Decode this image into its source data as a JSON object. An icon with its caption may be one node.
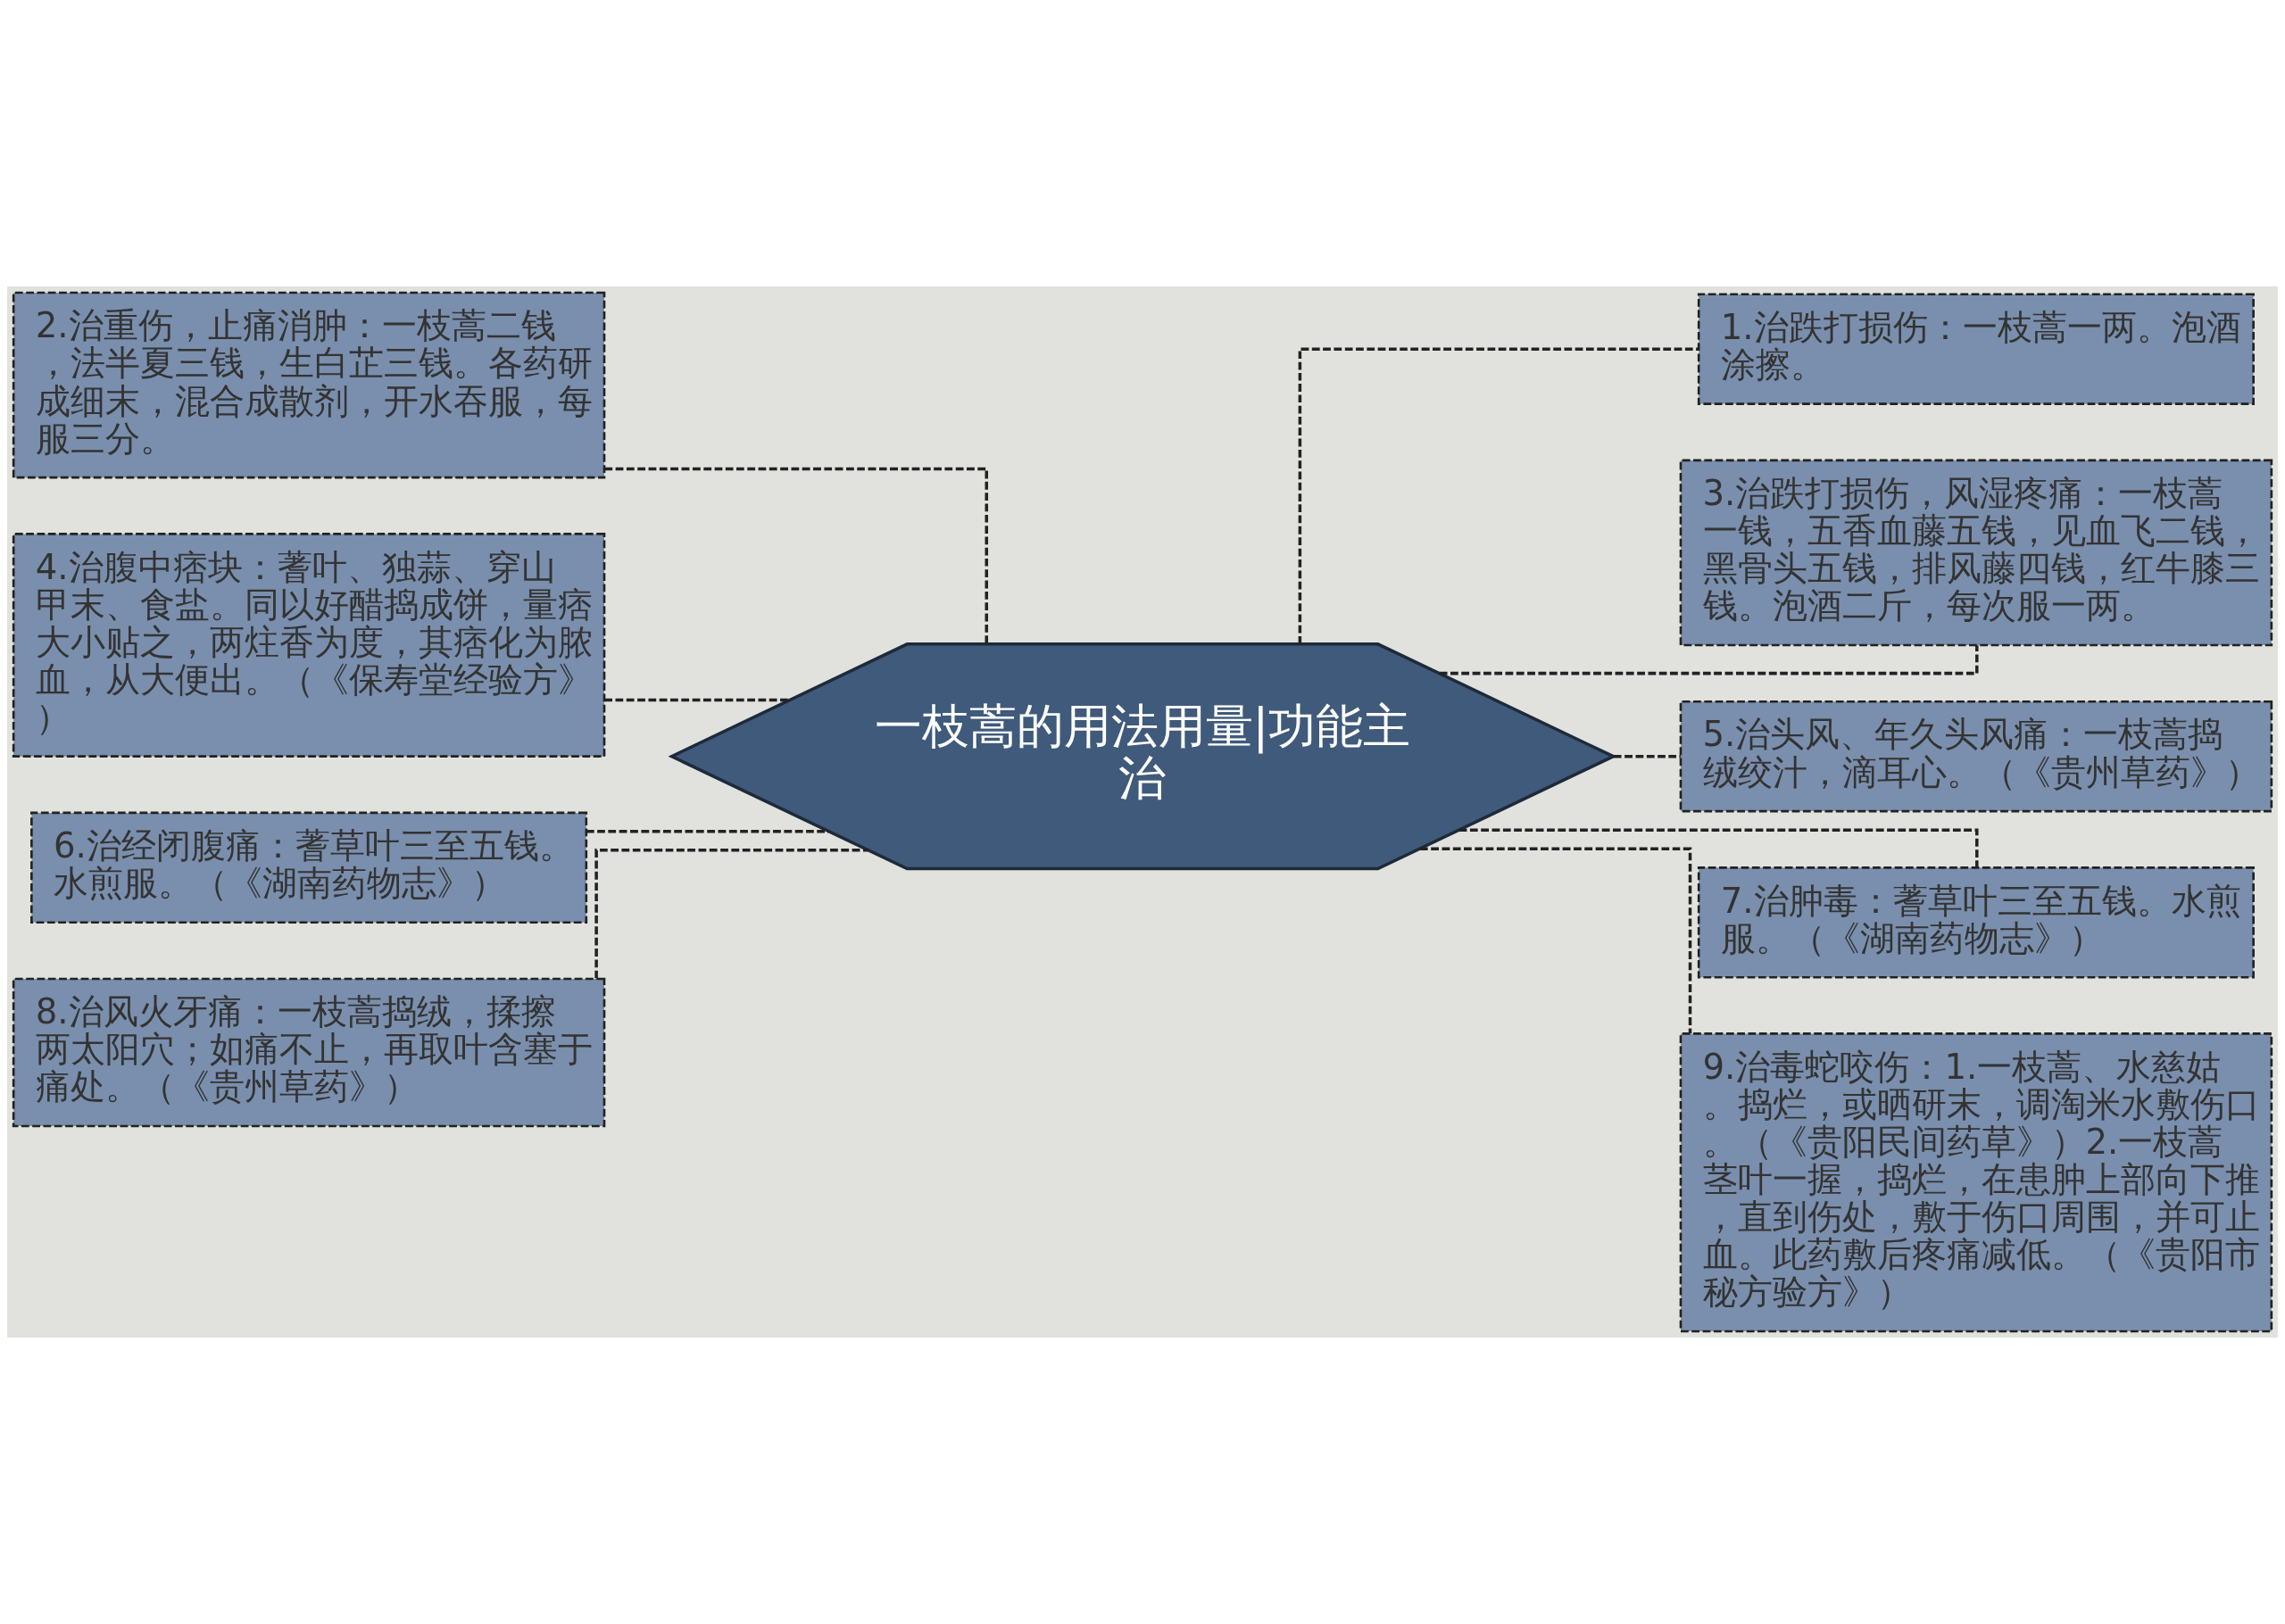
{
  "diagram": {
    "nodes": [
      {
        "text": [
          "一枝蒿的用法用量|功能主治"
        ]
      },
      {
        "text": [
          "1.治跌打损伤：一枝蒿一两。泡酒涂擦。"
        ]
      },
      {
        "text": [
          "2.治重伤，止痛消肿：一枝蒿二钱，法半夏三钱，生白芷三钱。各药研成细末，混合成散剂，开水吞服，每服三分。"
        ]
      },
      {
        "text": [
          "3.治跌打损伤，风湿疼痛：一枝蒿一钱，五香血藤五钱，见血飞二钱，黑骨头五钱，排风藤四钱，红牛膝三钱。泡酒二斤，每次服一两。"
        ]
      },
      {
        "text": [
          "4.治腹中痞块：蓍叶、独蒜、穿山甲末、食盐。同以好醋捣成饼，量痞大小贴之，两炷香为度，其痞化为脓血，从大便出。（《保寿堂经验方》）"
        ]
      },
      {
        "text": [
          "5.治头风、年久头风痛：一枝蒿捣绒绞汁，滴耳心。（《贵州草药》）"
        ]
      },
      {
        "text": [
          "6.治经闭腹痛：蓍草叶三至五钱。水煎服。（《湖南药物志》）"
        ]
      },
      {
        "text": [
          "7.治肿毒：蓍草叶三至五钱。水煎服。（《湖南药物志》）"
        ]
      },
      {
        "text": [
          "8.治风火牙痛：一枝蒿捣绒，揉擦两太阳穴；如痛不止，再取叶含塞于痛处。（《贵州草药》）"
        ]
      },
      {
        "text": [
          "9.治毒蛇咬伤：1.一枝蒿、水慈姑。捣烂，或晒研末，调淘米水敷伤口。（《贵阳民间药草》）2.一枝蒿茎叶一握，捣烂，在患肿上部向下推，直到伤处，敷于伤口周围，并可止血。此药敷后疼痛减低。（《贵阳市秘方验方》）"
        ]
      }
    ],
    "edges": [
      {
        "from": 0,
        "to": 1,
        "arrow": "none",
        "style": "dashed"
      },
      {
        "from": 2,
        "to": 0,
        "arrow": "none",
        "style": "dashed"
      },
      {
        "from": 0,
        "to": 3,
        "arrow": "none",
        "style": "dashed"
      },
      {
        "from": 4,
        "to": 0,
        "arrow": "none",
        "style": "dashed"
      },
      {
        "from": 0,
        "to": 5,
        "arrow": "none",
        "style": "dashed"
      },
      {
        "from": 6,
        "to": 0,
        "arrow": "none",
        "style": "dashed"
      },
      {
        "from": 0,
        "to": 7,
        "arrow": "none",
        "style": "dashed"
      },
      {
        "from": 8,
        "to": 0,
        "arrow": "none",
        "style": "dashed"
      },
      {
        "from": 0,
        "to": 9,
        "arrow": "none",
        "style": "dashed"
      }
    ]
  }
}
